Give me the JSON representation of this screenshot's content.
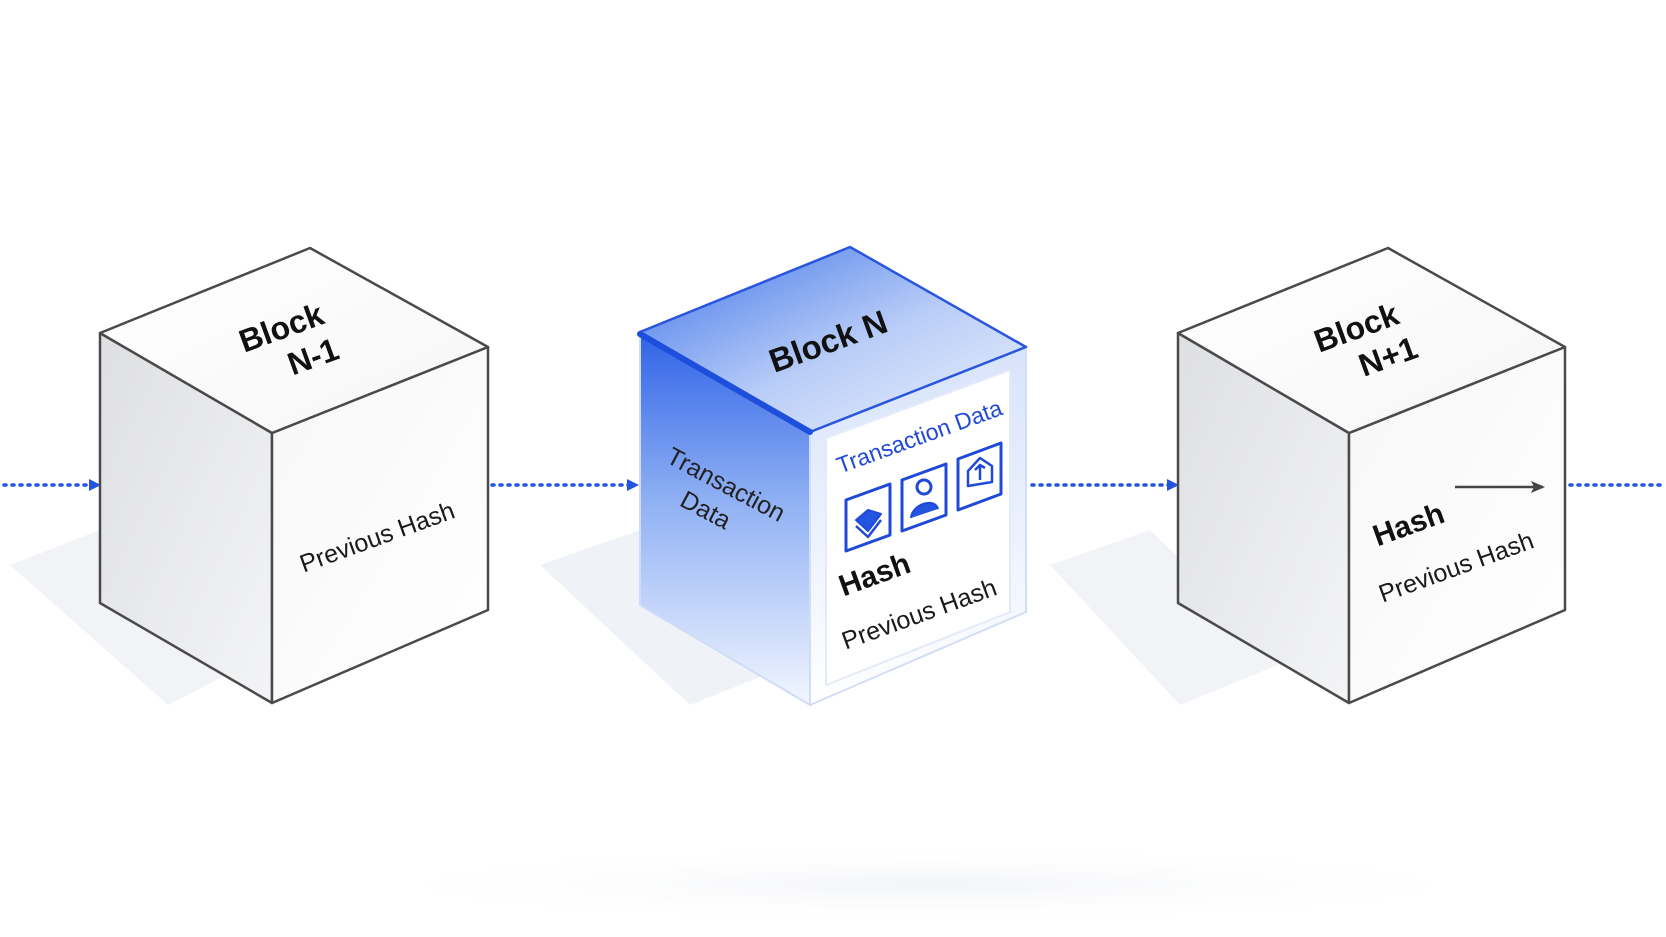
{
  "blocks": {
    "prev": {
      "title_line1": "Block",
      "title_line2": "N-1",
      "previous_hash_label": "Previous Hash"
    },
    "current": {
      "title": "Block N",
      "side_line1": "Transaction",
      "side_line2": "Data",
      "panel_title": "Transaction Data",
      "hash_label": "Hash",
      "previous_hash_label": "Previous Hash",
      "icons": [
        "diamond-token-icon",
        "user-icon",
        "upload-house-icon"
      ]
    },
    "next": {
      "title_line1": "Block",
      "title_line2": "N+1",
      "hash_label": "Hash",
      "previous_hash_label": "Previous Hash"
    }
  },
  "colors": {
    "accent": "#2455e0",
    "outline": "#4a4a4a",
    "shadow": "#eef0f4"
  }
}
